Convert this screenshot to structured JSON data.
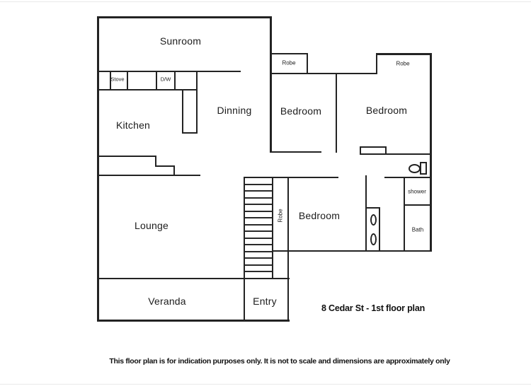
{
  "title": "8 Cedar St - 1st floor plan",
  "disclaimer": "This floor plan is for indication purposes only. It is not to scale and dimensions are approximately only",
  "rooms": {
    "sunroom": {
      "label": "Sunroom"
    },
    "kitchen": {
      "label": "Kitchen"
    },
    "dinning": {
      "label": "Dinning"
    },
    "bedroom_top_left": {
      "label": "Bedroom"
    },
    "bedroom_top_right": {
      "label": "Bedroom"
    },
    "bedroom_middle": {
      "label": "Bedroom"
    },
    "lounge": {
      "label": "Lounge"
    },
    "veranda": {
      "label": "Veranda"
    },
    "entry": {
      "label": "Entry"
    }
  },
  "fixtures": {
    "stove": {
      "label": "Stove"
    },
    "dishwasher": {
      "label": "D/W"
    },
    "robe_bedroom_left": {
      "label": "Robe"
    },
    "robe_bedroom_right": {
      "label": "Robe"
    },
    "robe_hall": {
      "label": "Robe"
    },
    "shower": {
      "label": "shower"
    },
    "bath": {
      "label": "Bath"
    }
  },
  "colors": {
    "wall": "#232323",
    "text": "#1a1a1a",
    "background": "#ffffff"
  }
}
